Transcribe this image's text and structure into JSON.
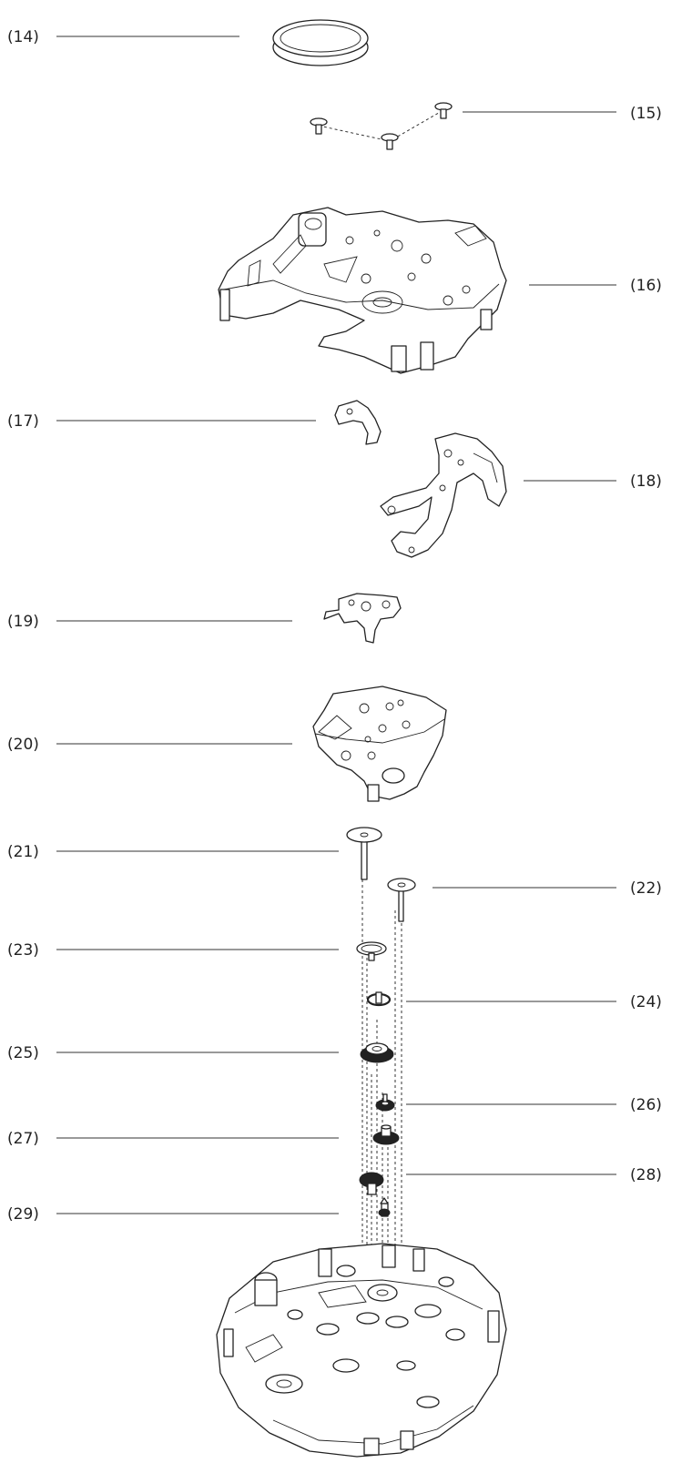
{
  "labels": [
    "(14)",
    "(15)",
    "(16)",
    "(17)",
    "(18)",
    "(19)",
    "(20)",
    "(21)",
    "(22)",
    "(23)",
    "(24)",
    "(25)",
    "(26)",
    "(27)",
    "(28)",
    "(29)"
  ],
  "line_color": "#222222",
  "background": "#ffffff"
}
